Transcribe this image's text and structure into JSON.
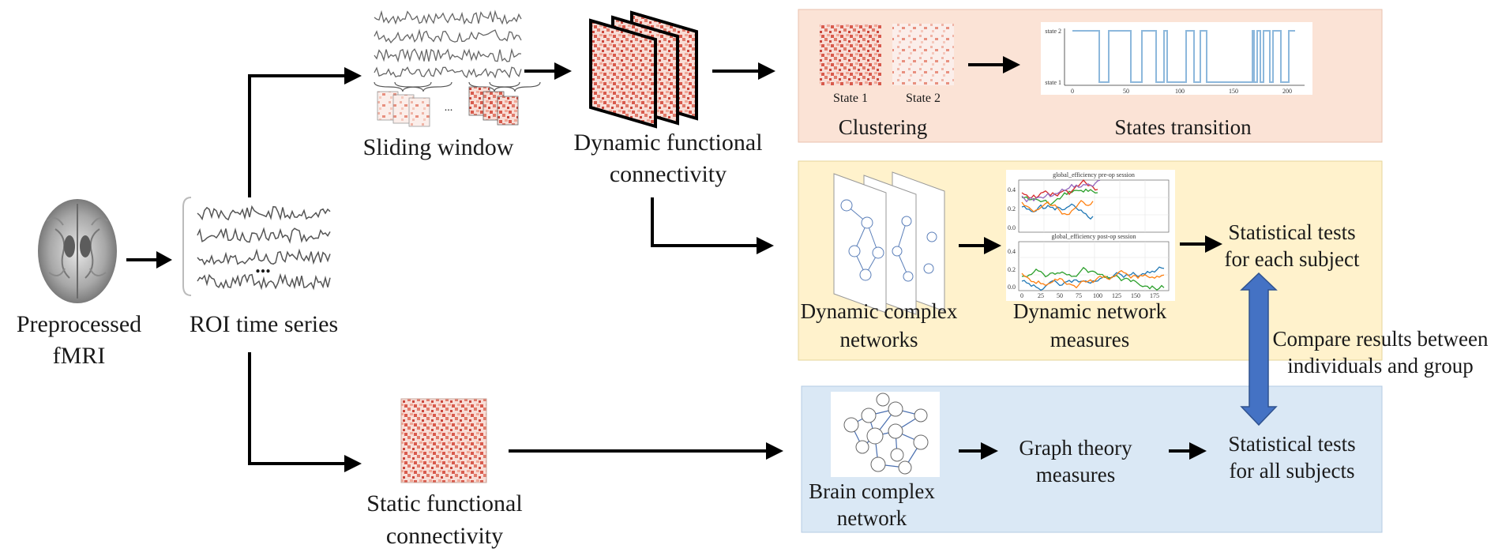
{
  "labels": {
    "preprocessed_line1": "Preprocessed",
    "preprocessed_line2": "fMRI",
    "roi": "ROI time series",
    "sliding": "Sliding window",
    "dynamic_fc_line1": "Dynamic functional",
    "dynamic_fc_line2": "connectivity",
    "static_fc_line1": "Static functional",
    "static_fc_line2": "connectivity",
    "state1": "State 1",
    "state2": "State 2",
    "clustering": "Clustering",
    "states_transition": "States transition",
    "dyn_complex_line1": "Dynamic complex",
    "dyn_complex_line2": "networks",
    "dyn_measures_line1": "Dynamic network",
    "dyn_measures_line2": "measures",
    "stat_each_line1": "Statistical tests",
    "stat_each_line2": "for each subject",
    "compare_line1": "Compare results between",
    "compare_line2": "individuals and group",
    "brain_net_line1": "Brain complex",
    "brain_net_line2": "network",
    "graph_line1": "Graph theory",
    "graph_line2": "measures",
    "stat_all_line1": "Statistical tests",
    "stat_all_line2": "for all subjects",
    "ellipsis": "...",
    "ge_pre": "global_efficiency pre-op session",
    "ge_post": "global_efficiency post-op session"
  },
  "state_plot": {
    "y_labels": [
      "state 2",
      "state 1"
    ],
    "x_ticks": [
      "0",
      "50",
      "100",
      "150",
      "200"
    ]
  },
  "efficiency_plot": {
    "y_ticks": [
      "0.4",
      "0.2",
      "0.0"
    ],
    "x_ticks": [
      "0",
      "25",
      "50",
      "75",
      "100",
      "125",
      "150",
      "175"
    ]
  },
  "colors": {
    "clustering_panel": "#fbe3d6",
    "dynamic_panel": "#fff2cc",
    "static_panel": "#dae8f5",
    "double_arrow": "#4472c4",
    "state_line": "#8db8dc"
  }
}
